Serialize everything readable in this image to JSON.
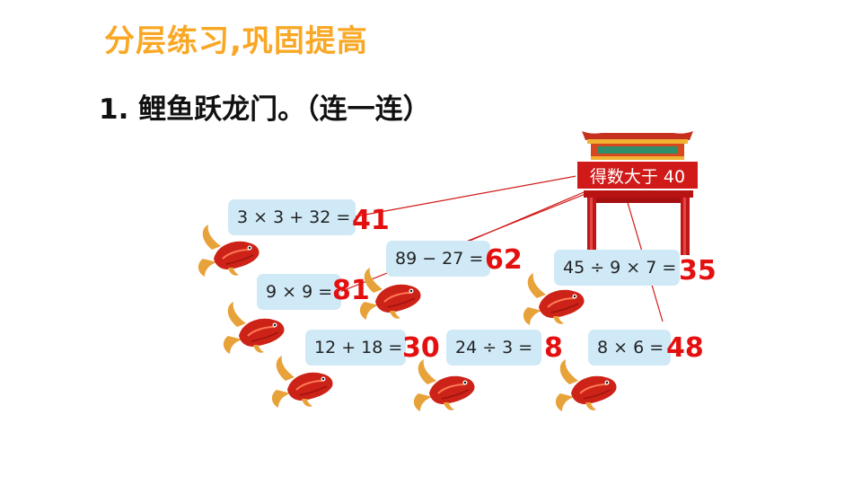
{
  "title": "分层练习,巩固提高",
  "question": "1. 鲤鱼跃龙门。（连一连）",
  "gate": {
    "label": "得数大于 40"
  },
  "equations": [
    {
      "expr": "3 × 3 + 32 =",
      "answer": "41"
    },
    {
      "expr": "89 − 27 =",
      "answer": "62"
    },
    {
      "expr": "45 ÷ 9 × 7 =",
      "answer": "35"
    },
    {
      "expr": "9 × 9 =",
      "answer": "81"
    },
    {
      "expr": "12 + 18 =",
      "answer": "30"
    },
    {
      "expr": "24 ÷ 3 =",
      "answer": "8"
    },
    {
      "expr": "8 × 6 =",
      "answer": "48"
    }
  ],
  "colors": {
    "title": "#f9a825",
    "answer": "#e41010",
    "box": "#cfe9f7",
    "gate": "#d01a1a",
    "line": "#d01a1a"
  }
}
